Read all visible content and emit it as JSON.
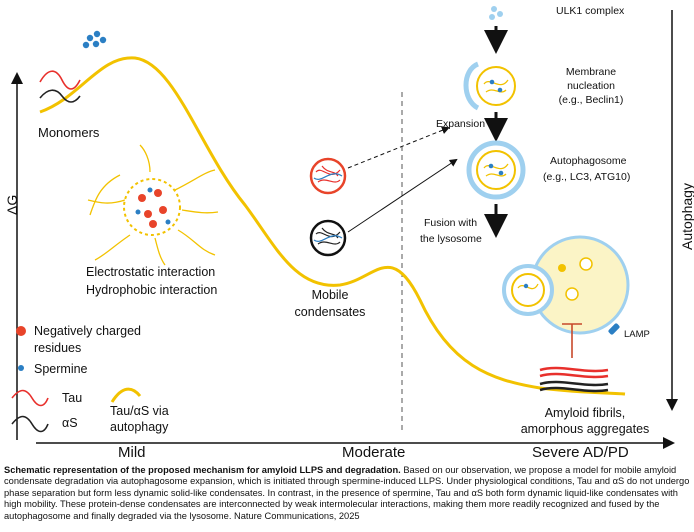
{
  "axes": {
    "y_label": "ΔG",
    "x_labels": [
      "Mild",
      "Moderate",
      "Severe AD/PD"
    ],
    "right_label": "Autophagy"
  },
  "labels": {
    "monomers": "Monomers",
    "interactions": [
      "Electrostatic interaction",
      "Hydrophobic interaction"
    ],
    "mobile_condensates": [
      "Mobile",
      "condensates"
    ],
    "amyloid": [
      "Amyloid fibrils,",
      "amorphous aggregates"
    ]
  },
  "autophagy": {
    "ulk1": "ULK1 complex",
    "membrane": [
      "Membrane",
      "nucleation",
      "(e.g., Beclin1)"
    ],
    "expansion": "Expansion",
    "autophagosome": [
      "Autophagosome",
      "(e.g., LC3, ATG10)"
    ],
    "fusion": [
      "Fusion with",
      "the lysosome"
    ],
    "lamp": "LAMP"
  },
  "legend": {
    "neg_charged": [
      "Negatively charged",
      "residues"
    ],
    "spermine": "Spermine",
    "tau": "Tau",
    "as": "αS",
    "tau_as_autophagy": [
      "Tau/αS via",
      "autophagy"
    ]
  },
  "colors": {
    "curve": "#f2c200",
    "tau": "#e8302c",
    "as": "#222222",
    "spermine": "#2b7fc4",
    "vesicle": "#9fd0ef",
    "lysosome": "#fbf4c6",
    "residue": "#e8442a",
    "inhibitor": "#c8482a"
  },
  "caption": {
    "title": "Schematic representation of the proposed mechanism for amyloid LLPS and degradation.",
    "body": " Based on our observation, we propose a model for mobile amyloid condensate degradation via autophagosome expansion, which is initiated through spermine-induced LLPS. Under physiological conditions, Tau and αS do not undergo phase separation but form less dynamic solid-like condensates. In contrast, in the presence of spermine, Tau and αS both form dynamic liquid-like condensates with high mobility. These protein-dense condensates are interconnected by weak intermolecular interactions, making them more readily recognized and fused by the autophagosome and finally degraded via the lysosome. Nature Communications, 2025"
  }
}
